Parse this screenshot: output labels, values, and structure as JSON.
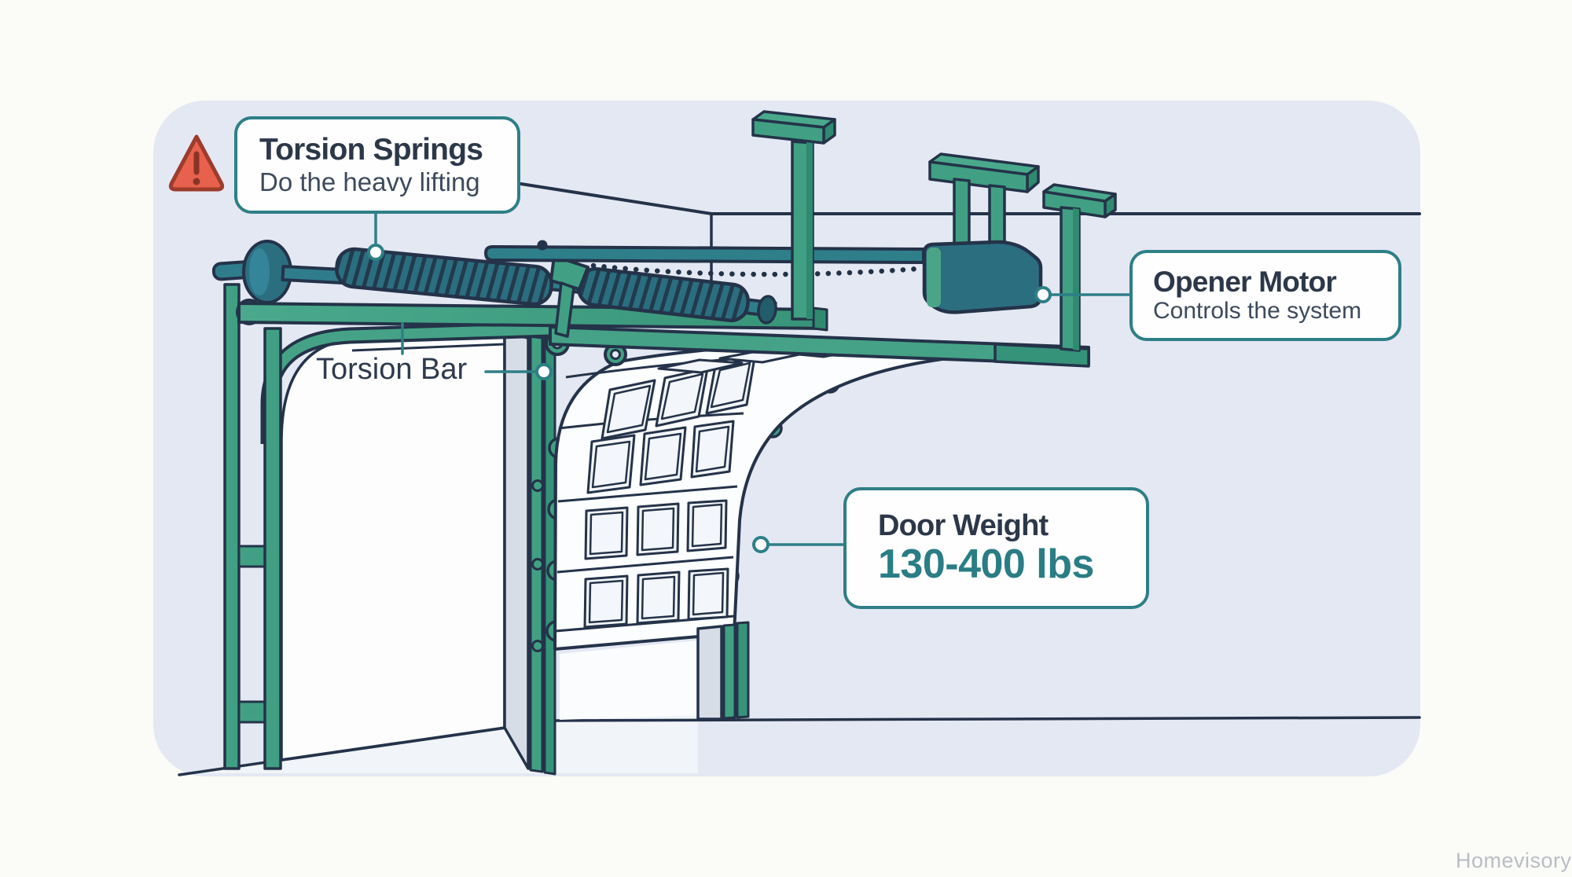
{
  "watermark": {
    "text": "Homevisory"
  },
  "callouts": {
    "torsion_springs": {
      "title": "Torsion Springs",
      "subtitle": "Do the heavy lifting"
    },
    "torsion_bar": {
      "label": "Torsion Bar"
    },
    "opener_motor": {
      "title": "Opener Motor",
      "subtitle": "Controls the system"
    },
    "door_weight": {
      "title": "Door Weight",
      "value": "130-400 lbs"
    }
  },
  "icons": {
    "warning_triangle": "warning-triangle-icon"
  },
  "colors": {
    "page_background": "#fbfbf7",
    "canvas_background": "#e4e8f3",
    "outline_navy": "#243349",
    "green_primary": "#41a083",
    "green_dark": "#2f8a6f",
    "green_light": "#4aa98c",
    "teal_dark": "#2b6e80",
    "accent_teal": "#2e7f86",
    "warning_red": "#e7614d",
    "warning_red_dark": "#9c3c2d",
    "text_dark": "#2c3849",
    "text_sub": "#3d4a5c",
    "value_teal": "#2a7d84",
    "gray_edge": "#d7dde7",
    "watermark_gray": "#b9bdc6"
  }
}
